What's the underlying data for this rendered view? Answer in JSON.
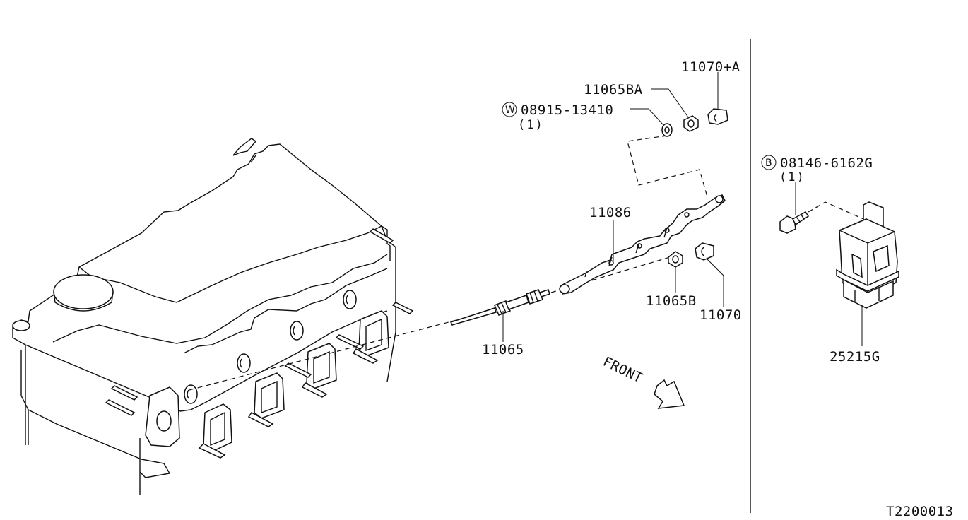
{
  "diagram": {
    "figure_id": "T2200013",
    "front_label": "FRONT",
    "parts": {
      "p11070a": "11070+A",
      "p11065ba": "11065BA",
      "washer_code": "W",
      "washer_num": "08915-13410",
      "washer_qty": "(1)",
      "p11086": "11086",
      "p11065b": "11065B",
      "p11070": "11070",
      "p11065": "11065",
      "bolt_code": "B",
      "bolt_num": "08146-6162G",
      "bolt_qty": "(1)",
      "p25215g": "25215G"
    }
  }
}
